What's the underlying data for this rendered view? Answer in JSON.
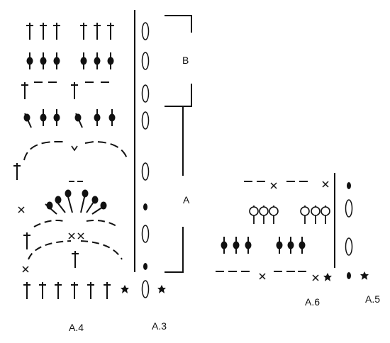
{
  "labels": {
    "a4": "A.4",
    "a3": "A.3",
    "a6": "A.6",
    "a5": "A.5",
    "section_a": "A",
    "section_b": "B"
  },
  "symbol_names": {
    "treble": "treble-crochet-symbol",
    "dc_bobble": "double-crochet-bobble-symbol",
    "dc_open": "open-double-crochet-symbol",
    "chain_ring": "chain-ring-symbol",
    "chain": "chain-stitch-symbol",
    "dc": "double-crochet-symbol",
    "sc": "single-crochet-symbol",
    "star": "start-star-symbol",
    "v": "v-stitch-symbol"
  },
  "colors": {
    "ink": "#111111",
    "background": "#ffffff"
  }
}
